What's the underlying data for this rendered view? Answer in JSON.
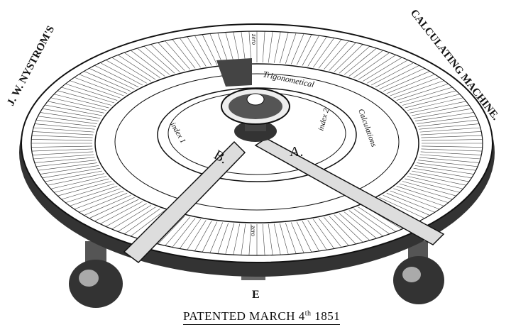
{
  "title_left": "J. W. NYSTROM'S",
  "title_right": "CALCULATING MACHINE.",
  "caption": {
    "text": "PATENTED MARCH 4",
    "suffix": "th",
    "year": "1851"
  },
  "labels": {
    "trig": "Trigonometical",
    "calc": "Calculations",
    "index1": "index 1",
    "index2": "index 2",
    "arm_a": "A.",
    "arm_b": "B.",
    "leg_e": "E",
    "zero_top": "zero",
    "zero_bottom": "zero"
  }
}
